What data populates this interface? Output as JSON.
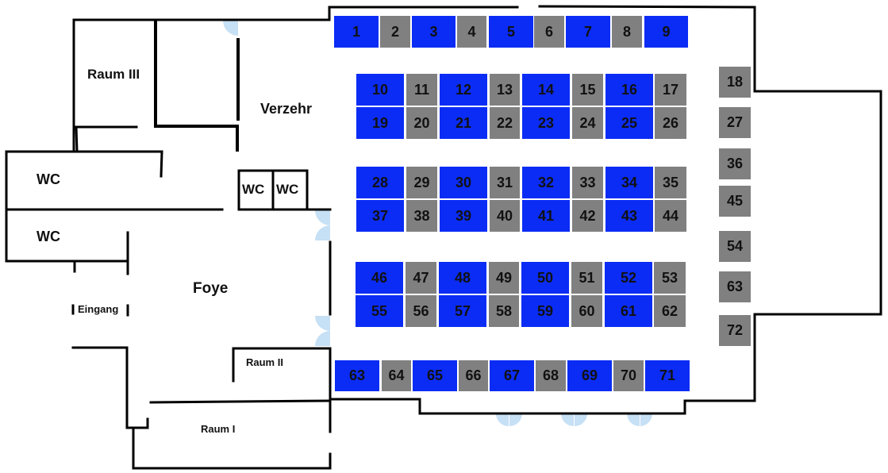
{
  "title": "Hallenplan",
  "colors": {
    "booth_blue": "#0b2cf5",
    "booth_grey": "#808080",
    "door": "#c6e0f5",
    "wall": "#000000"
  },
  "rooms": {
    "raum3": "Raum III",
    "verzehr": "Verzehr",
    "wc1": "WC",
    "wc2": "WC",
    "wc_small1": "WC",
    "wc_small2": "WC",
    "foye": "Foye",
    "eingang": "Eingang",
    "raum2": "Raum II",
    "raum1": "Raum I"
  },
  "booths": {
    "top_row": [
      {
        "n": "1",
        "c": "blue"
      },
      {
        "n": "2",
        "c": "grey"
      },
      {
        "n": "3",
        "c": "blue"
      },
      {
        "n": "4",
        "c": "grey"
      },
      {
        "n": "5",
        "c": "blue"
      },
      {
        "n": "6",
        "c": "grey"
      },
      {
        "n": "7",
        "c": "blue"
      },
      {
        "n": "8",
        "c": "grey"
      },
      {
        "n": "9",
        "c": "blue"
      }
    ],
    "block1_row1": [
      "10",
      "11",
      "12",
      "13",
      "14",
      "15",
      "16",
      "17"
    ],
    "block1_row2": [
      "19",
      "20",
      "21",
      "22",
      "23",
      "24",
      "25",
      "26"
    ],
    "block2_row1": [
      "28",
      "29",
      "30",
      "31",
      "32",
      "33",
      "34",
      "35"
    ],
    "block2_row2": [
      "37",
      "38",
      "39",
      "40",
      "41",
      "42",
      "43",
      "44"
    ],
    "block3_row1": [
      "46",
      "47",
      "48",
      "49",
      "50",
      "51",
      "52",
      "53"
    ],
    "block3_row2": [
      "55",
      "56",
      "57",
      "58",
      "59",
      "60",
      "61",
      "62"
    ],
    "bottom_row": [
      {
        "n": "63",
        "c": "blue"
      },
      {
        "n": "64",
        "c": "grey"
      },
      {
        "n": "65",
        "c": "blue"
      },
      {
        "n": "66",
        "c": "grey"
      },
      {
        "n": "67",
        "c": "blue"
      },
      {
        "n": "68",
        "c": "grey"
      },
      {
        "n": "69",
        "c": "blue"
      },
      {
        "n": "70",
        "c": "grey"
      },
      {
        "n": "71",
        "c": "blue"
      }
    ],
    "right_column": [
      "18",
      "27",
      "36",
      "45",
      "54",
      "63",
      "72"
    ]
  }
}
